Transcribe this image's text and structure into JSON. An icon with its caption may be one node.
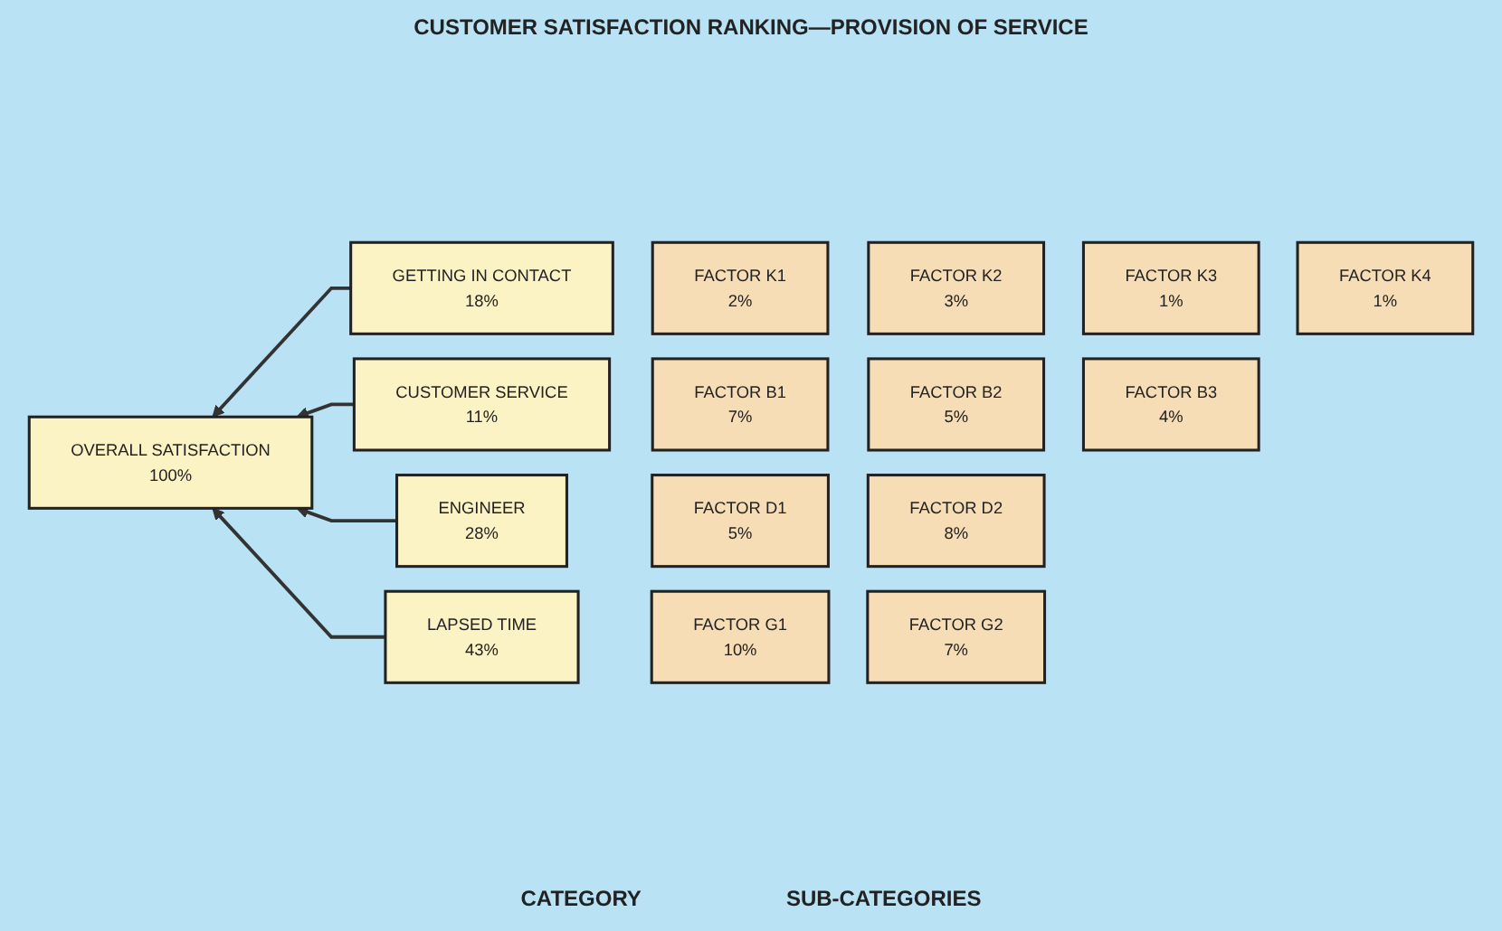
{
  "diagram": {
    "title": "CUSTOMER SATISFACTION RANKING—PROVISION OF SERVICE",
    "nodes": [
      {
        "text": [
          "OVERALL SATISFACTION",
          "100%"
        ]
      },
      {
        "text": [
          "GETTING IN CONTACT",
          "18%"
        ]
      },
      {
        "text": [
          "FACTOR K1",
          "2%"
        ]
      },
      {
        "text": [
          "FACTOR K2",
          "3%"
        ]
      },
      {
        "text": [
          "FACTOR K3",
          "1%"
        ]
      },
      {
        "text": [
          "FACTOR K4",
          "1%"
        ]
      },
      {
        "text": [
          "CUSTOMER SERVICE",
          "11%"
        ]
      },
      {
        "text": [
          "FACTOR B1",
          "7%"
        ]
      },
      {
        "text": [
          "FACTOR B2",
          "5%"
        ]
      },
      {
        "text": [
          "FACTOR B3",
          "4%"
        ]
      },
      {
        "text": [
          "ENGINEER",
          "28%"
        ]
      },
      {
        "text": [
          "FACTOR D1",
          "5%"
        ]
      },
      {
        "text": [
          "FACTOR D2",
          "8%"
        ]
      },
      {
        "text": [
          "LAPSED TIME",
          "43%"
        ]
      },
      {
        "text": [
          "FACTOR G1",
          "10%"
        ]
      },
      {
        "text": [
          "FACTOR G2",
          "7%"
        ]
      }
    ],
    "edges": [
      {
        "from": 1,
        "to": 0,
        "arrow": "to"
      },
      {
        "from": 6,
        "to": 0,
        "arrow": "to"
      },
      {
        "from": 10,
        "to": 0,
        "arrow": "to"
      },
      {
        "from": 13,
        "to": 0,
        "arrow": "to"
      }
    ],
    "labels": [
      "CATEGORY",
      "SUB-CATEGORIES"
    ]
  }
}
